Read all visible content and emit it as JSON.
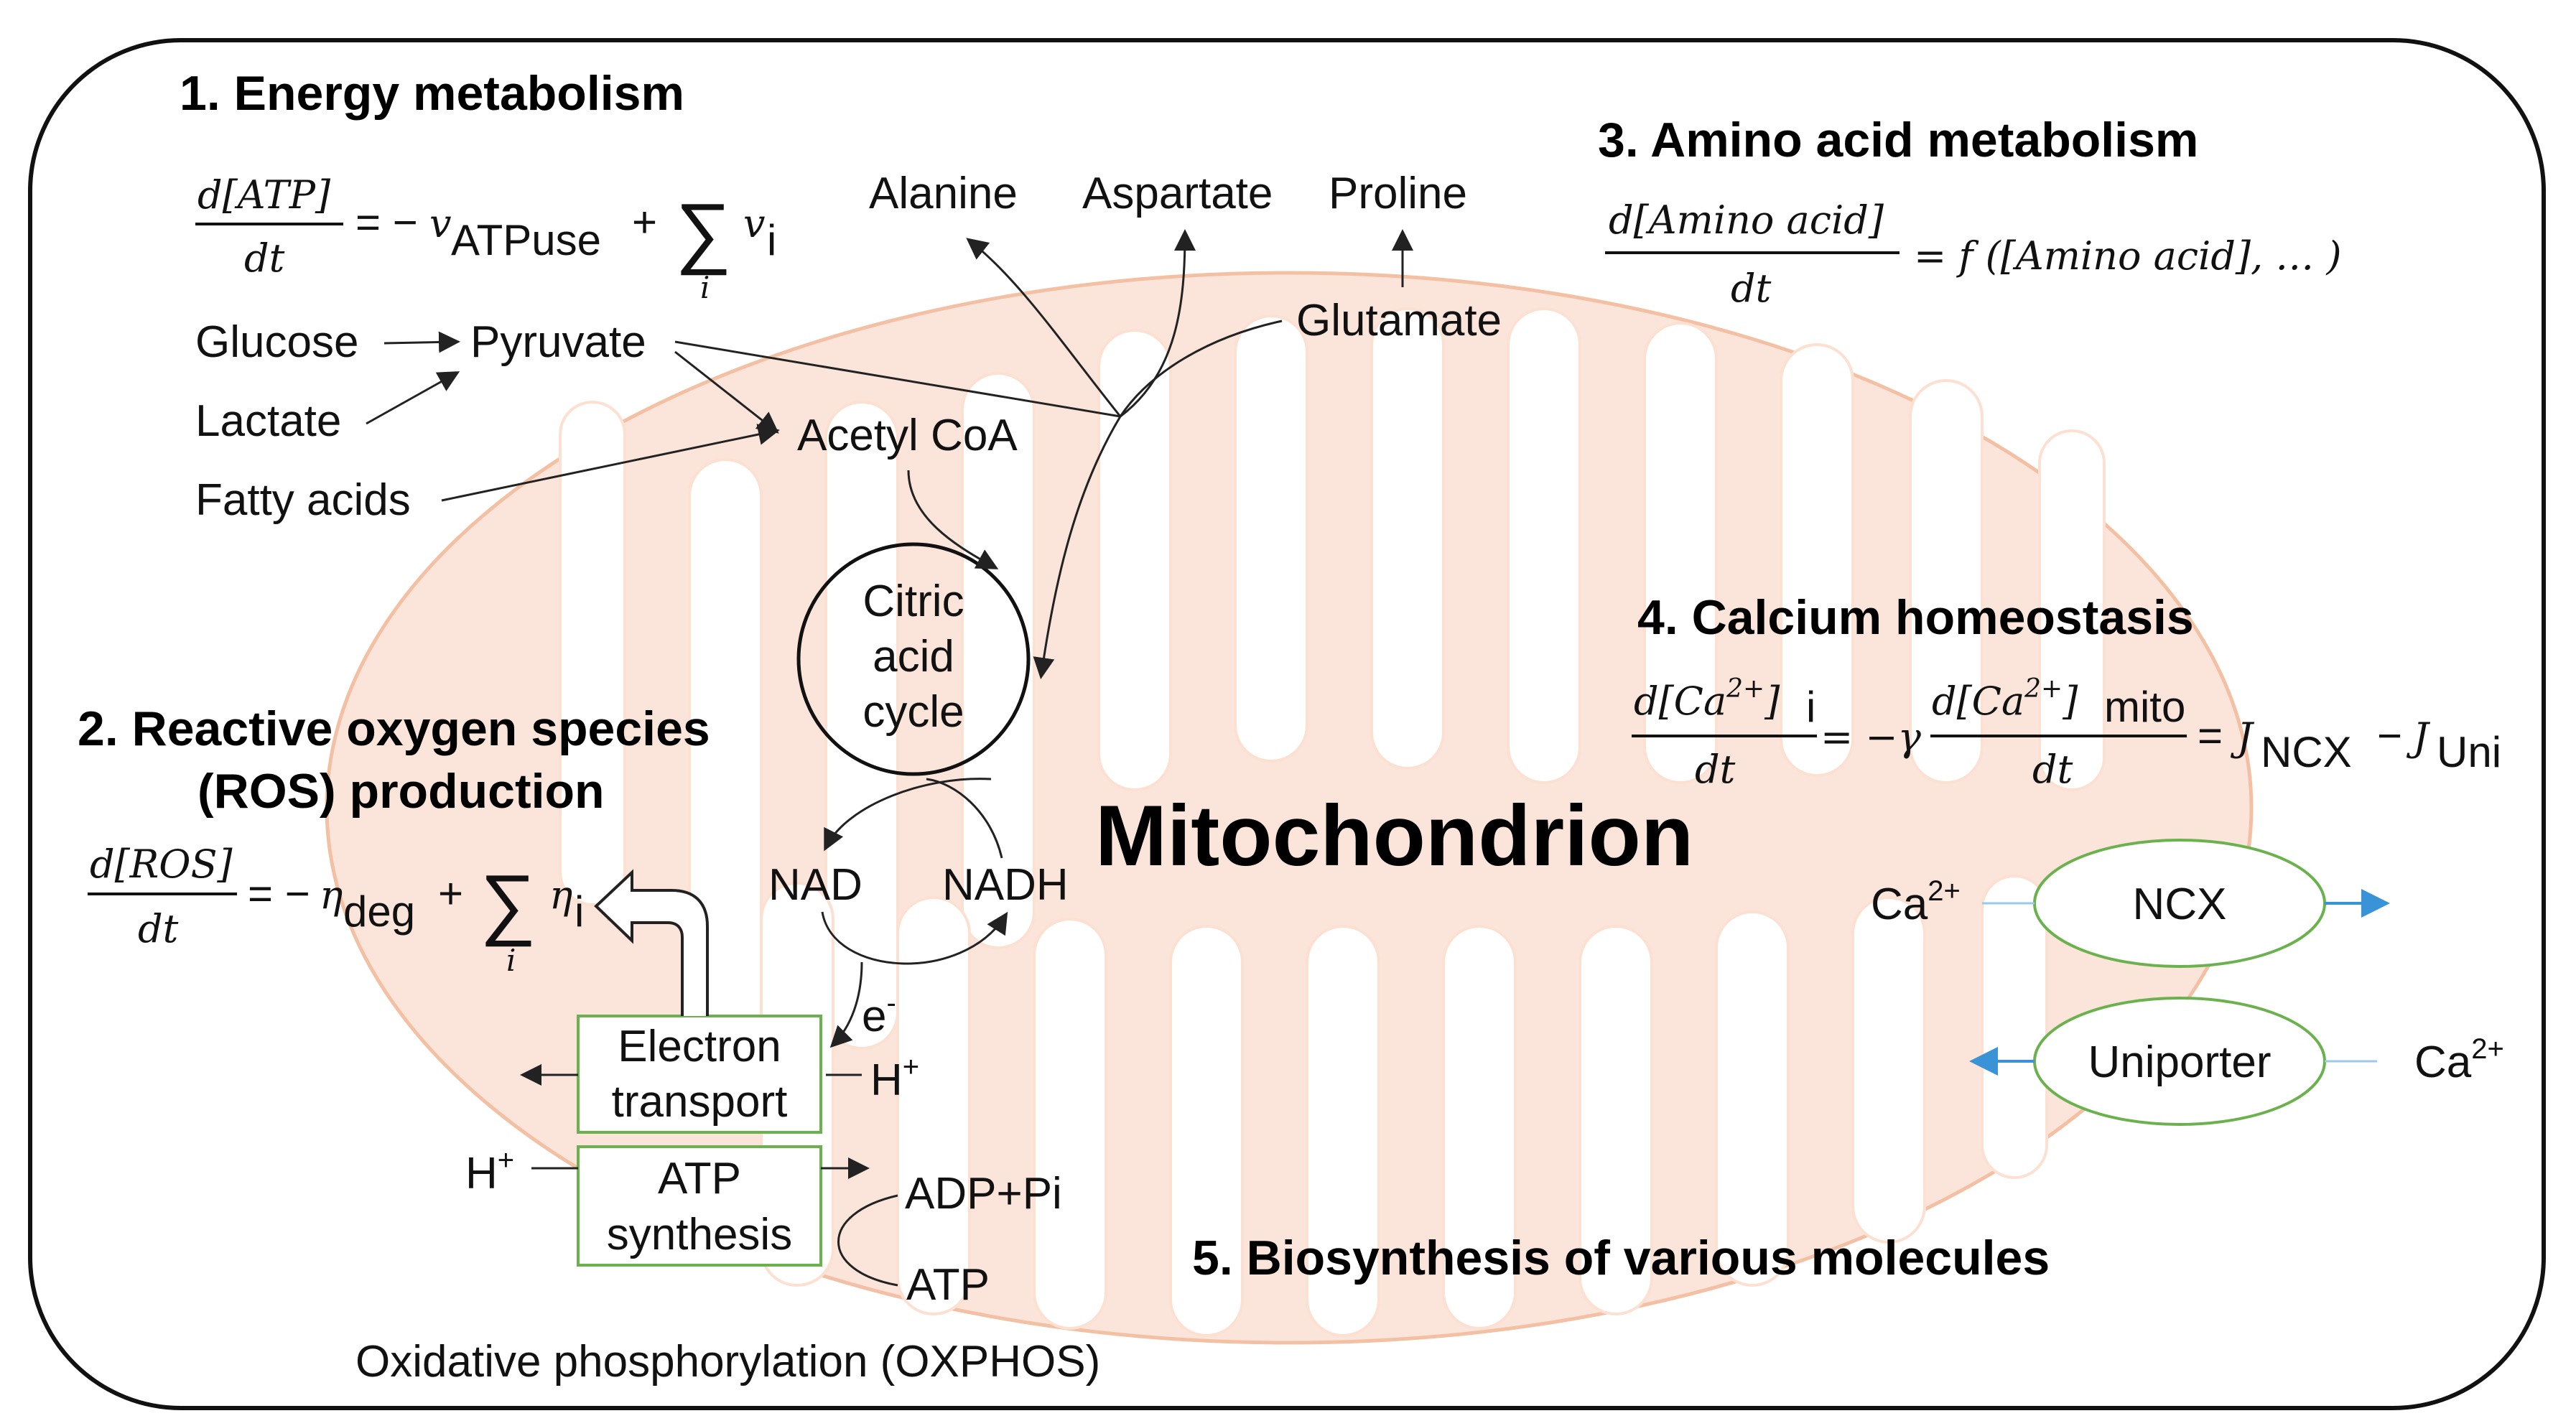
{
  "colors": {
    "frame": "#111111",
    "mito_fill": "#fbe4da",
    "mito_stroke": "#f4c0a4",
    "box_stroke": "#6bb24f",
    "ca_arrow": "#3a93d6"
  },
  "sections": {
    "energy": "1. Energy metabolism",
    "ros_line1": "2. Reactive oxygen species",
    "ros_line2": "(ROS) production",
    "amino": "3. Amino acid metabolism",
    "calcium": "4. Calcium homeostasis",
    "biosynthesis": "5. Biosynthesis of various molecules"
  },
  "center_title": "Mitochondrion",
  "eq_atp": {
    "numerator": "d[ATP]",
    "denominator": "dt",
    "rhs_equals_neg": "= −",
    "v": "v",
    "sub_use": "ATPuse",
    "plus": "+",
    "sum": "∑",
    "sum_index": "i",
    "v_i": "v",
    "sub_i": "i"
  },
  "eq_ros": {
    "numerator": "d[ROS]",
    "denominator": "dt",
    "rhs_equals_neg": "= −",
    "eta": "η",
    "sub_deg": "deg",
    "plus": "+",
    "sum": "∑",
    "sum_index": "i",
    "eta_i": "η",
    "sub_i": "i"
  },
  "eq_amino": {
    "numerator": "d[Amino acid]",
    "denominator": "dt",
    "rhs": "= f ([Amino acid], … )"
  },
  "eq_ca": {
    "num1": "d[Ca",
    "num1_sup": "2+",
    "num1_end": "]",
    "num1_sub": "i",
    "den1": "dt",
    "eq_neg_gamma": "= −γ",
    "num2": "d[Ca",
    "num2_sup": "2+",
    "num2_end": "]",
    "num2_sub": "mito",
    "den2": "dt",
    "eq": "=",
    "j": "J",
    "j_sub1": "NCX",
    "minus": "−",
    "j2": "J",
    "j_sub2": "Uni"
  },
  "metabolites": {
    "glucose": "Glucose",
    "lactate": "Lactate",
    "fatty_acids": "Fatty acids",
    "pyruvate": "Pyruvate",
    "acetyl_coa": "Acetyl CoA",
    "alanine": "Alanine",
    "aspartate": "Aspartate",
    "proline": "Proline",
    "glutamate": "Glutamate",
    "tca_line1": "Citric",
    "tca_line2": "acid",
    "tca_line3": "cycle",
    "nad": "NAD",
    "nadh": "NADH",
    "electron": "e",
    "electron_sup": "-",
    "h_plus_1": "H",
    "h_plus_1_sup": "+",
    "h_plus_2": "H",
    "h_plus_2_sup": "+",
    "adp_pi": "ADP+Pi",
    "atp": "ATP"
  },
  "boxes": {
    "et_line1": "Electron",
    "et_line2": "transport",
    "atp_line1": "ATP",
    "atp_line2": "synthesis"
  },
  "oxphos_label": "Oxidative phosphorylation (OXPHOS)",
  "transporters": {
    "ncx": "NCX",
    "uniporter": "Uniporter",
    "ca_left": "Ca",
    "ca_left_sup": "2+",
    "ca_right": "Ca",
    "ca_right_sup": "2+"
  }
}
